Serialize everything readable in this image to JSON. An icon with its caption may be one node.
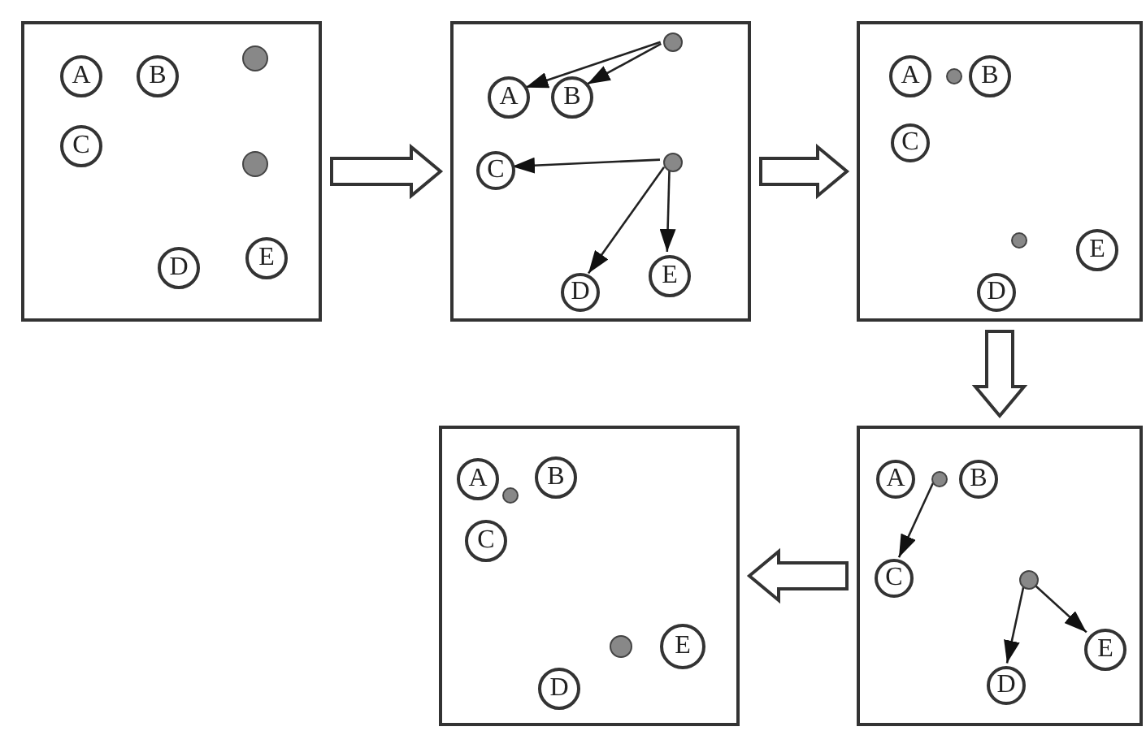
{
  "diagram": {
    "nodes": [
      {
        "text": [],
        "shape": "box"
      },
      {
        "text": [
          "A"
        ],
        "in": 0
      },
      {
        "text": [
          "B"
        ],
        "in": 0
      },
      {
        "text": [
          "C"
        ],
        "in": 0
      },
      {
        "text": [
          "D"
        ],
        "in": 0
      },
      {
        "text": [
          "E"
        ],
        "in": 0
      },
      {
        "text": [],
        "shape": "circle",
        "in": 0
      },
      {
        "text": [],
        "shape": "circle",
        "in": 0
      },
      {
        "text": [],
        "shape": "box"
      },
      {
        "text": [
          "A"
        ],
        "in": 8
      },
      {
        "text": [
          "B"
        ],
        "in": 8
      },
      {
        "text": [
          "C"
        ],
        "in": 8
      },
      {
        "text": [
          "D"
        ],
        "in": 8
      },
      {
        "text": [
          "E"
        ],
        "in": 8
      },
      {
        "text": [],
        "shape": "circle",
        "in": 8
      },
      {
        "text": [],
        "shape": "circle",
        "in": 8
      },
      {
        "text": [],
        "shape": "box"
      },
      {
        "text": [
          "A"
        ],
        "in": 16
      },
      {
        "text": [
          "B"
        ],
        "in": 16
      },
      {
        "text": [
          "C"
        ],
        "in": 16
      },
      {
        "text": [
          "D"
        ],
        "in": 16
      },
      {
        "text": [
          "E"
        ],
        "in": 16
      },
      {
        "text": [],
        "shape": "circle",
        "in": 16
      },
      {
        "text": [],
        "shape": "circle",
        "in": 16
      },
      {
        "text": [],
        "shape": "box"
      },
      {
        "text": [
          "A"
        ],
        "in": 24
      },
      {
        "text": [
          "B"
        ],
        "in": 24
      },
      {
        "text": [
          "C"
        ],
        "in": 24
      },
      {
        "text": [
          "D"
        ],
        "in": 24
      },
      {
        "text": [
          "E"
        ],
        "in": 24
      },
      {
        "text": [],
        "shape": "circle",
        "in": 24
      },
      {
        "text": [],
        "shape": "circle",
        "in": 24
      },
      {
        "text": [],
        "shape": "box"
      },
      {
        "text": [
          "A"
        ],
        "in": 32
      },
      {
        "text": [
          "B"
        ],
        "in": 32
      },
      {
        "text": [
          "C"
        ],
        "in": 32
      },
      {
        "text": [
          "D"
        ],
        "in": 32
      },
      {
        "text": [
          "E"
        ],
        "in": 32
      },
      {
        "text": [],
        "shape": "circle",
        "in": 32
      },
      {
        "text": [],
        "shape": "circle",
        "in": 32
      }
    ],
    "edges": [
      {
        "from": 0,
        "to": 8,
        "arrow": "to",
        "style": "thick"
      },
      {
        "from": 8,
        "to": 16,
        "arrow": "to",
        "style": "thick"
      },
      {
        "from": 16,
        "to": 32,
        "arrow": "to",
        "style": "thick"
      },
      {
        "from": 32,
        "to": 24,
        "arrow": "to",
        "style": "thick"
      },
      {
        "from": 14,
        "to": 9,
        "arrow": "to"
      },
      {
        "from": 14,
        "to": 10,
        "arrow": "to"
      },
      {
        "from": 15,
        "to": 11,
        "arrow": "to"
      },
      {
        "from": 15,
        "to": 12,
        "arrow": "to"
      },
      {
        "from": 15,
        "to": 13,
        "arrow": "to"
      },
      {
        "from": 38,
        "to": 35,
        "arrow": "to"
      },
      {
        "from": 39,
        "to": 36,
        "arrow": "to"
      },
      {
        "from": 39,
        "to": 37,
        "arrow": "to"
      }
    ]
  }
}
